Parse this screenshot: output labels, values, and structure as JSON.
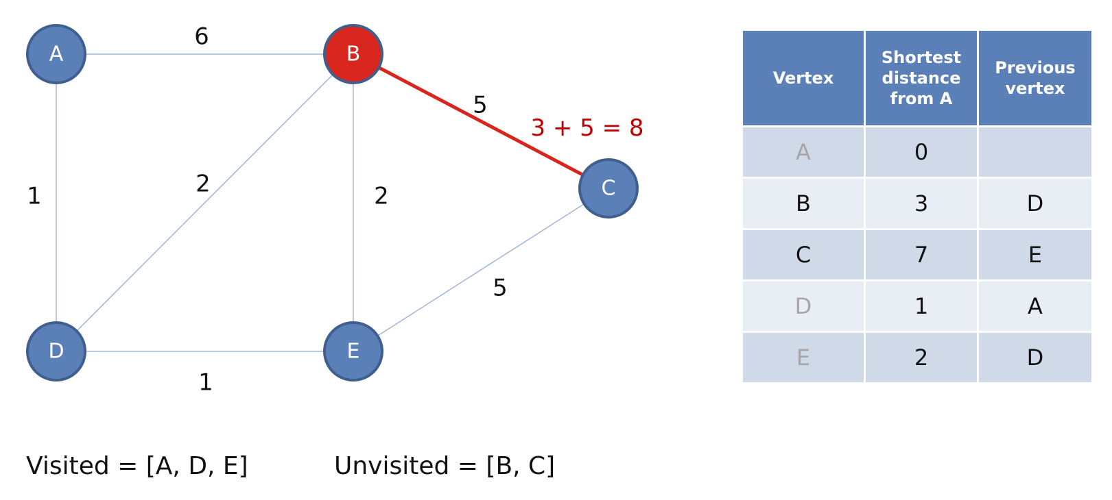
{
  "graph": {
    "nodes": [
      {
        "id": "A",
        "label": "A",
        "state": "normal"
      },
      {
        "id": "B",
        "label": "B",
        "state": "current"
      },
      {
        "id": "C",
        "label": "C",
        "state": "normal"
      },
      {
        "id": "D",
        "label": "D",
        "state": "normal"
      },
      {
        "id": "E",
        "label": "E",
        "state": "normal"
      }
    ],
    "edges": [
      {
        "from": "A",
        "to": "B",
        "weight": "6",
        "highlighted": false
      },
      {
        "from": "A",
        "to": "D",
        "weight": "1",
        "highlighted": false
      },
      {
        "from": "B",
        "to": "D",
        "weight": "2",
        "highlighted": false
      },
      {
        "from": "B",
        "to": "E",
        "weight": "2",
        "highlighted": false
      },
      {
        "from": "B",
        "to": "C",
        "weight": "5",
        "highlighted": true
      },
      {
        "from": "D",
        "to": "E",
        "weight": "1",
        "highlighted": false
      },
      {
        "from": "E",
        "to": "C",
        "weight": "5",
        "highlighted": false
      }
    ],
    "calculation": "3 + 5 = 8"
  },
  "sets": {
    "visited": "Visited = [A, D, E]",
    "unvisited": "Unvisited = [B, C]"
  },
  "table": {
    "headers": {
      "vertex": "Vertex",
      "distance": [
        "Shortest",
        "distance",
        "from A"
      ],
      "previous": [
        "Previous",
        "vertex"
      ]
    },
    "rows": [
      {
        "vertex": "A",
        "distance": "0",
        "previous": "",
        "visited": true
      },
      {
        "vertex": "B",
        "distance": "3",
        "previous": "D",
        "visited": false
      },
      {
        "vertex": "C",
        "distance": "7",
        "previous": "E",
        "visited": false
      },
      {
        "vertex": "D",
        "distance": "1",
        "previous": "A",
        "visited": true
      },
      {
        "vertex": "E",
        "distance": "2",
        "previous": "D",
        "visited": true
      }
    ]
  },
  "colors": {
    "node_fill": "#5b80b8",
    "node_stroke": "#3f5f8f",
    "current_node_fill": "#d8251e",
    "edge": "#9fb5d6",
    "highlight_edge": "#d8251e",
    "calc_text": "#c00000",
    "visited_text": "#a6a6a6"
  }
}
